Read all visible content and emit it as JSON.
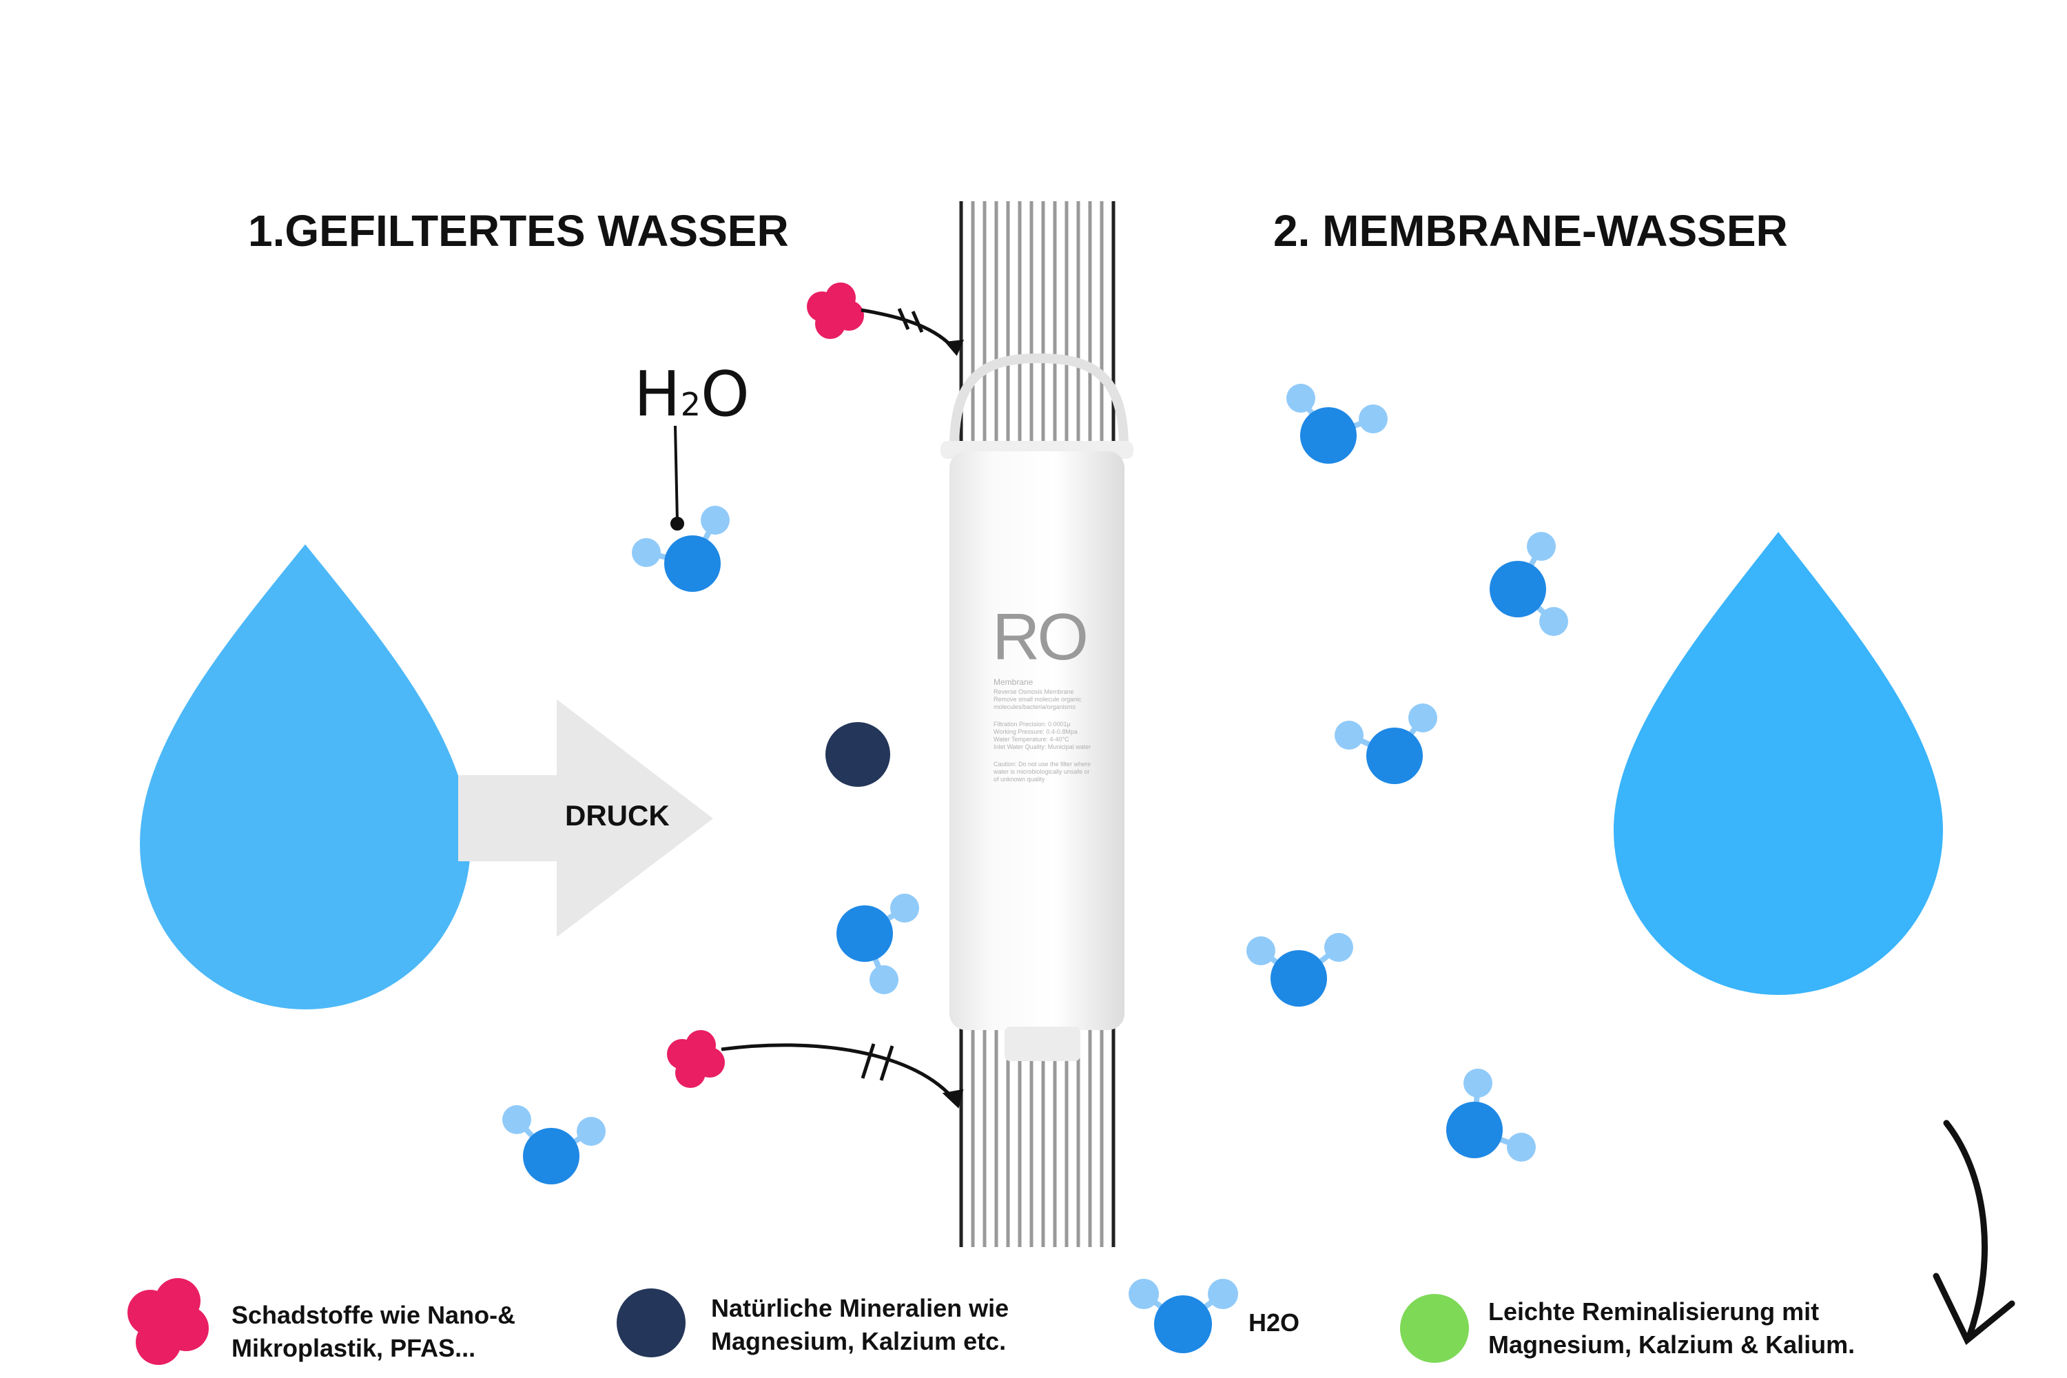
{
  "headings": {
    "left": "1.GEFILTERTES WASSER",
    "right": "2. MEMBRANE-WASSER"
  },
  "arrow_label": "DRUCK",
  "h2o_annotation": {
    "main": "H",
    "sub": "2",
    "tail": "O"
  },
  "filter": {
    "label": "RO",
    "small_text": [
      "Membrane",
      "Reverse Osmosis Membrane",
      "Remove small molecule organic",
      "molecules/bacteria/organisms",
      "Filtration Precision: 0.0001μ",
      "Working Pressure: 0.4-0.8Mpa",
      "Water Temperature: 4-40°C",
      "Inlet Water Quality: Municipal water",
      "Caution: Do not use the filter where",
      "water is microbiologically unsafe or",
      "of unknown quality"
    ]
  },
  "legend": [
    {
      "icon": "pollutant-icon",
      "line1": "Schadstoffe wie Nano-&",
      "line2": "Mikroplastik, PFAS..."
    },
    {
      "icon": "mineral-icon",
      "line1": "Natürliche Mineralien wie",
      "line2": "Magnesium, Kalzium etc."
    },
    {
      "icon": "h2o-molecule-icon",
      "line1": "H2O",
      "line2": ""
    },
    {
      "icon": "remineralization-icon",
      "line1": "Leichte Reminalisierung mit",
      "line2": "Magnesium, Kalzium & Kalium."
    }
  ],
  "colors": {
    "drop": "#4cb8f8",
    "drop_right": "#3ab4fb",
    "pollutant": "#e91e63",
    "mineral": "#243659",
    "molecule_center": "#1e88e5",
    "molecule_small": "#90caf9",
    "remineral": "#7ed957",
    "arrow_body": "#e8e8e8"
  }
}
